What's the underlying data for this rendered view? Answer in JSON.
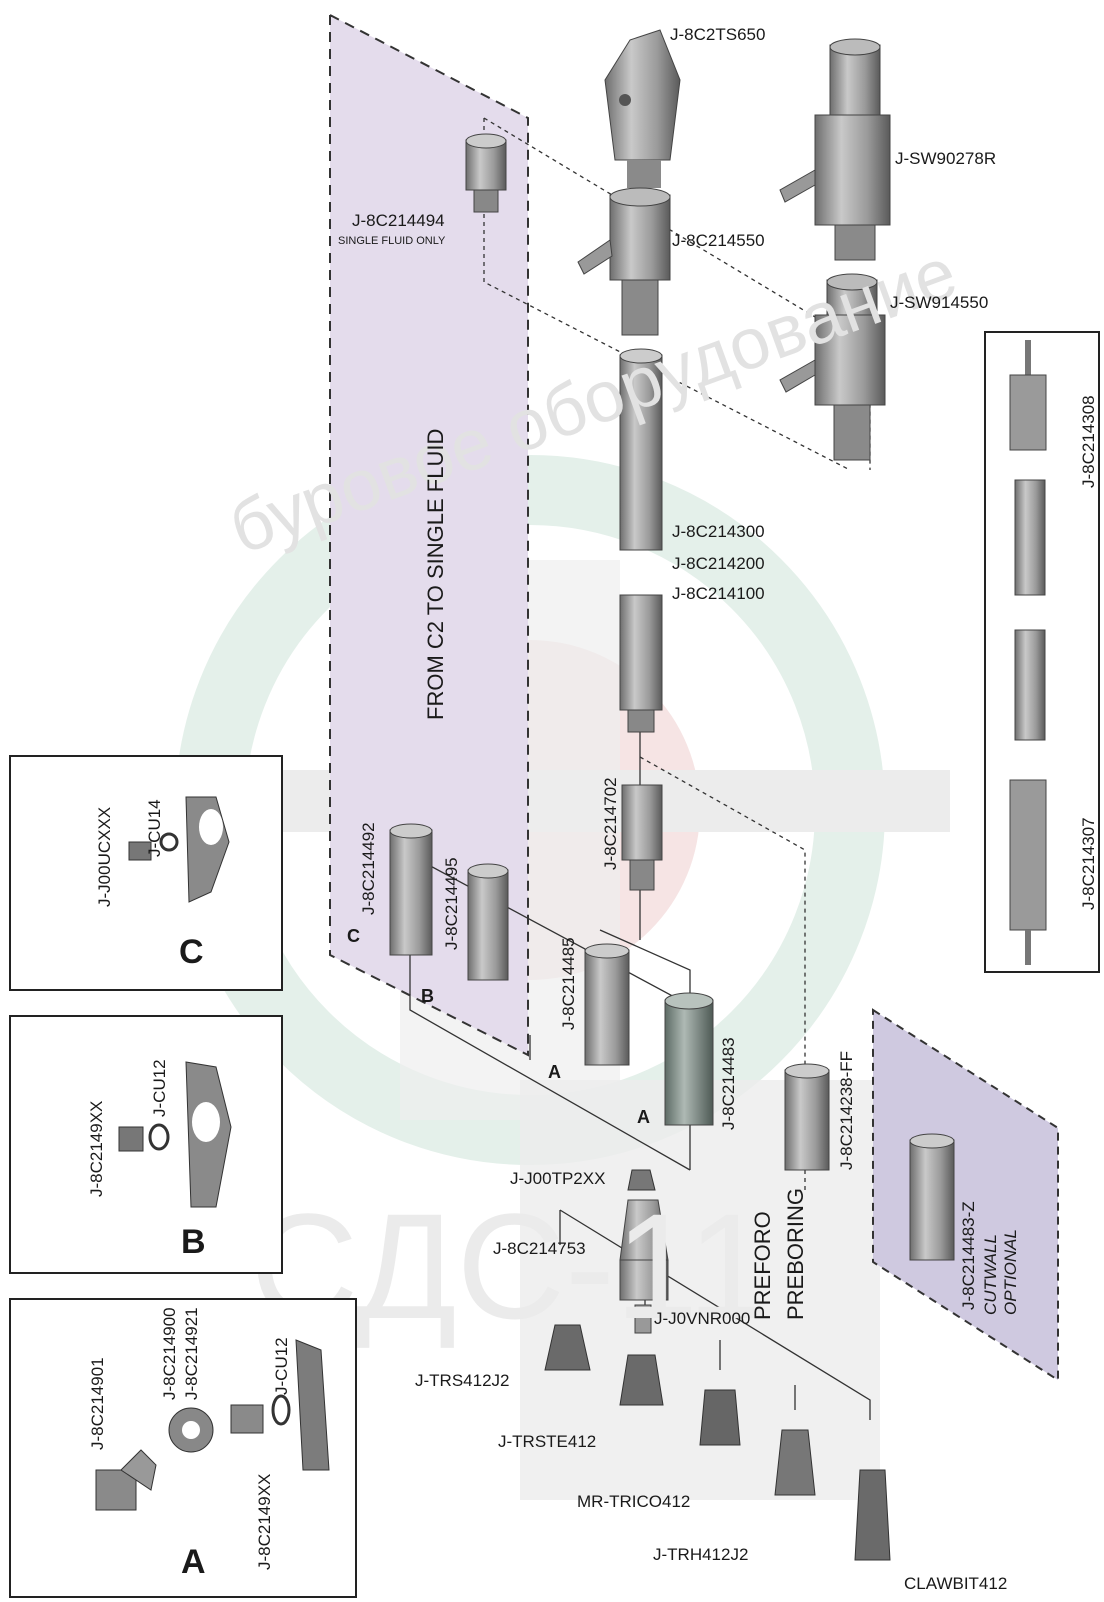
{
  "watermark": {
    "arc_text": "буровое оборудование",
    "logo_text": "СДС-11"
  },
  "regions": {
    "from_c2_label": "FROM C2 TO SINGLE FLUID",
    "preforo_label": "PREFORO",
    "preboring_label": "PREBORING",
    "cutwall_label": "CUTWALL",
    "optional_label": "OPTIONAL"
  },
  "parts": {
    "ts650": "J-8C2TS650",
    "sw90278r": "J-SW90278R",
    "p214494": "J-8C214494",
    "single_fluid_only": "SINGLE FLUID ONLY",
    "p214550": "J-8C214550",
    "sw914550": "J-SW914550",
    "p214300": "J-8C214300",
    "p214200": "J-8C214200",
    "p214100": "J-8C214100",
    "p214702": "J-8C214702",
    "p214492": "J-8C214492",
    "p214495": "J-8C214495",
    "p214485": "J-8C214485",
    "p214483": "J-8C214483",
    "p214238ff": "J-8C214238-FF",
    "p214483z": "J-8C214483-Z",
    "tp2xx": "J-J00TP2XX",
    "p214753": "J-8C214753",
    "vnr000": "J-J0VNR000",
    "trs412j2": "J-TRS412J2",
    "trste412": "J-TRSTE412",
    "trico412": "MR-TRICO412",
    "trh412j2": "J-TRH412J2",
    "clawbit412": "CLAWBIT412",
    "p214308": "J-8C214308",
    "p214307": "J-8C214307"
  },
  "callouts": {
    "a": "A",
    "b": "B",
    "c": "C"
  },
  "inset_c": {
    "letter": "C",
    "p1": "J-J00UCXXX",
    "p2": "J-CU14"
  },
  "inset_b": {
    "letter": "B",
    "p1": "J-8C2149XX",
    "p2": "J-CU12"
  },
  "inset_a": {
    "letter": "A",
    "p1": "J-8C214901",
    "p2": "J-8C214900",
    "p3": "J-8C214921",
    "p4": "J-8C2149XX",
    "p5": "J-CU12"
  },
  "colors": {
    "lavender": "#e4dcec",
    "optional_panel": "#cfc9e0",
    "part_gray": "#a8a8a8",
    "part_dark": "#6b6b6b",
    "watermark_green": "#e3efe9",
    "watermark_red": "#f3e0e0"
  }
}
